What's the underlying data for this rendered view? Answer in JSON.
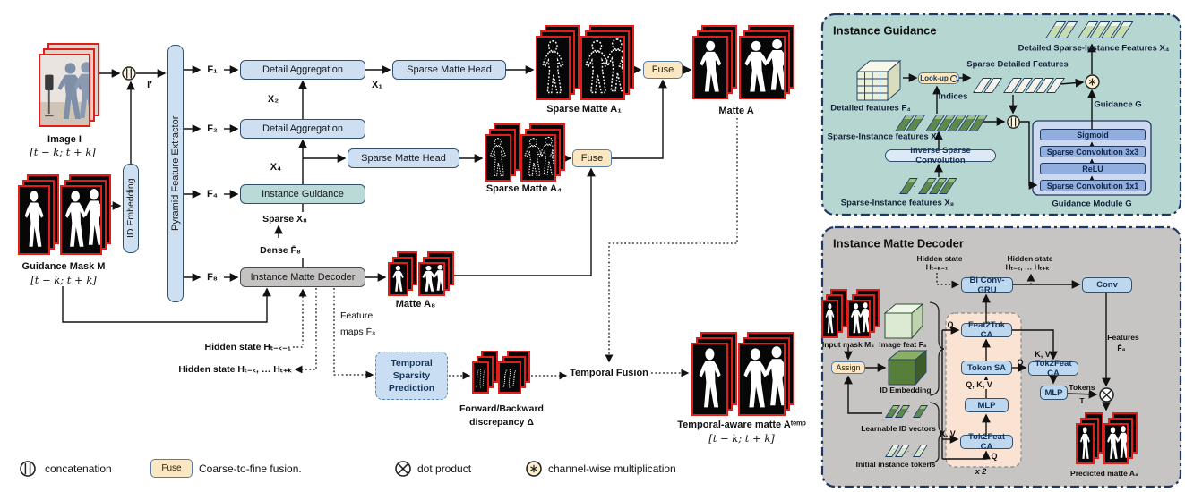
{
  "colors": {
    "panel_teal": "#b6d6d2",
    "panel_gray": "#c7c5c3",
    "box_blue": "#cfdff2",
    "box_blue_mid": "#bdd7ee",
    "box_blue_deep": "#92aede",
    "cream": "#fbe7c1",
    "peach": "#fae3d3",
    "frame_red": "#e01f1a",
    "bar_green": "#5d8a4b",
    "navy": "#1f3864"
  },
  "icons": {
    "concat": "striped-circle-icon",
    "dot_product": "circle-x-icon",
    "channel_mul": "circle-asterisk-icon",
    "magnifier": "magnifier-icon"
  },
  "main": {
    "image_label": "Image I",
    "image_range": "[t − k; t + k]",
    "mask_label": "Guidance Mask M",
    "mask_range": "[t − k; t + k]",
    "i_prime": "I′",
    "id_embedding": "ID Embedding",
    "pyramid": "Pyramid Feature Extractor",
    "f1": "F₁",
    "f2": "F₂",
    "f4": "F₄",
    "f8": "F₈",
    "x1": "X₁",
    "x2": "X₂",
    "x4": "X₄",
    "da1": "Detail Aggregation",
    "da2": "Detail Aggregation",
    "smh1": "Sparse Matte Head",
    "smh2": "Sparse Matte Head",
    "ig": "Instance Guidance",
    "imd": "Instance Matte Decoder",
    "sparse_x8": "Sparse X₈",
    "dense_f8": "Dense F̄₈",
    "sm_a1": "Sparse Matte A₁",
    "sm_a4": "Sparse Matte A₄",
    "matte_a": "Matte A",
    "matte_a8": "Matte A₈",
    "fuse1": "Fuse",
    "fuse2": "Fuse",
    "hidden_in": "Hidden state Hₜ₋ₖ₋₁",
    "hidden_out": "Hidden state Hₜ₋ₖ, … Hₜ₊ₖ",
    "feat_l1": "Feature",
    "feat_l2": "maps F̄₈",
    "tsp1": "Temporal",
    "tsp2": "Sparsity",
    "tsp3": "Prediction",
    "fb1": "Forward/Backward",
    "fb2": "discrepancy Δ",
    "temporal_fusion": "Temporal Fusion",
    "temp_matte": "Temporal-aware matte Aᵗᵉᵐᵖ",
    "temp_range": "[t − k; t + k]"
  },
  "guidance": {
    "title": "Instance Guidance",
    "detailed_features": "Detailed features F₄",
    "lookup": "Look-up",
    "indices": "Indices",
    "sparse_detailed": "Sparse Detailed Features",
    "dsif": "Detailed Sparse-Instance Features X₄",
    "guidance_g": "Guidance G",
    "x4p": "Sparse-Instance features X′₄",
    "isc": "Inverse Sparse Convolution",
    "x8": "Sparse-Instance features X₈",
    "sigmoid": "Sigmoid",
    "conv3": "Sparse Convolution 3x3",
    "relu": "ReLU",
    "conv1": "Sparse Convolution 1x1",
    "module": "Guidance Module G"
  },
  "decoder": {
    "title": "Instance Matte Decoder",
    "hs1a": "Hidden state",
    "hs1b": "Hₜ₋ₖ₋₁",
    "hs2a": "Hidden state",
    "hs2b": "Hₜ₋ₖ, … Hₜ₊ₖ",
    "bigru": "Bi Conv-GRU",
    "conv": "Conv",
    "input_mask": "Input mask M₈",
    "image_feat": "Image feat F₈",
    "assign": "Assign",
    "id_embedding": "ID Embedding",
    "learnable": "Learnable ID vectors",
    "initial": "Initial instance tokens",
    "feat2tok": "Feat2Tok CA",
    "token_sa": "Token SA",
    "mlp1": "MLP",
    "tok2feat1": "Tok2Feat CA",
    "tok2feat2": "Tok2Feat CA",
    "mlp2": "MLP",
    "q1": "Q",
    "qkv": "Q, K, V",
    "kv1": "K, V",
    "q2": "Q",
    "kv2": "K, V",
    "q3": "Q",
    "tokens": "Tokens",
    "t": "T",
    "features": "Features",
    "f8bar": "F̄₈",
    "x2": "x 2",
    "predicted": "Predicted matte A₈"
  },
  "legend": {
    "concat": "concatenation",
    "fuse": "Fuse",
    "fuse_desc": "Coarse-to-fine fusion.",
    "dot": "dot product",
    "channel": "channel-wise multiplication"
  }
}
